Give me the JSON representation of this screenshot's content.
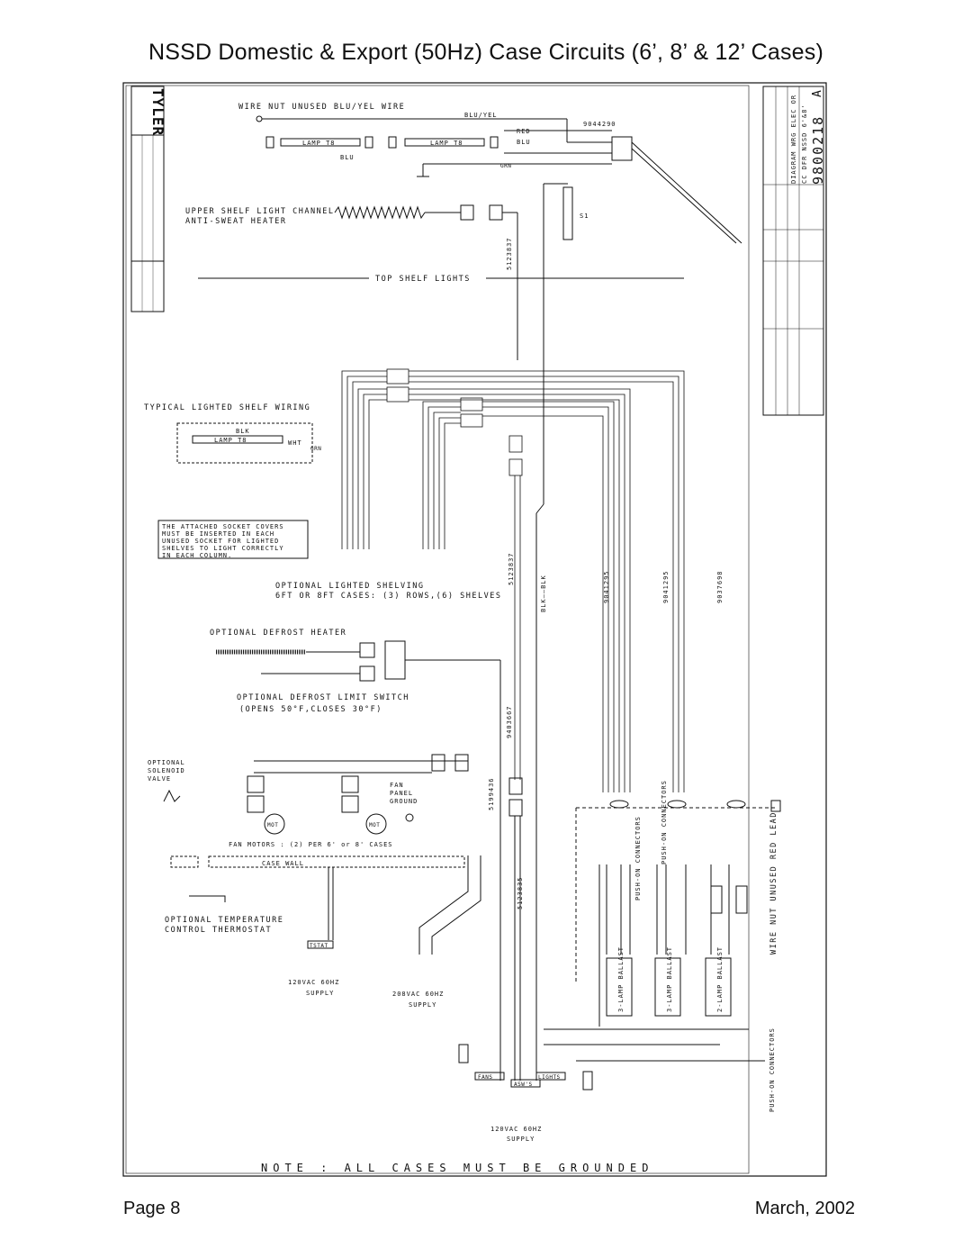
{
  "page": {
    "title": "NSSD Domestic & Export (50Hz) Case Circuits  (6’, 8’ & 12’ Cases)",
    "footer_left": "Page 8",
    "footer_right": "March, 2002"
  },
  "diagram": {
    "logo": "TYLER",
    "labels": {
      "wire_nut": "WIRE NUT UNUSED BLU/YEL WIRE",
      "blu_yel": "BLU/YEL",
      "red": "RED",
      "blu": "BLU",
      "blu2": "BLU",
      "grn": "GRN",
      "part_9044290": "9044290",
      "lamp_t8_a": "LAMP T8",
      "lamp_t8_b": "LAMP T8",
      "upper_shelf_1": "UPPER SHELF LIGHT CHANNEL",
      "upper_shelf_2": "ANTI-SWEAT HEATER",
      "s1": "S1",
      "top_shelf": "TOP SHELF LIGHTS",
      "typical_lighted": "TYPICAL LIGHTED SHELF WIRING",
      "blk": "BLK",
      "lamp_t8_c": "LAMP T8",
      "wht": "WHT",
      "grn2": "GRN",
      "socket_note": [
        "THE ATTACHED SOCKET COVERS",
        "MUST BE INSERTED IN EACH",
        "UNUSED SOCKET FOR LIGHTED",
        "SHELVES TO LIGHT CORRECTLY",
        "IN EACH COLUMN."
      ],
      "optional_shelving_1": "OPTIONAL LIGHTED SHELVING",
      "optional_shelving_2": "6FT OR 8FT CASES: (3) ROWS,(6) SHELVES",
      "optional_defrost_heater": "OPTIONAL DEFROST HEATER",
      "defrost_limit_1": "OPTIONAL DEFROST LIMIT SWITCH",
      "defrost_limit_2": "(OPENS 50°F,CLOSES 30°F)",
      "solenoid": [
        "OPTIONAL",
        "SOLENOID",
        "VALVE"
      ],
      "fan_panel": [
        "FAN",
        "PANEL",
        "GROUND"
      ],
      "mot": "MOT",
      "fan_motors": "FAN MOTORS : (2) PER 6' or 8' CASES",
      "case_wall": "CASE WALL",
      "thermostat_1": "OPTIONAL TEMPERATURE",
      "thermostat_2": "CONTROL THERMOSTAT",
      "tstat": "TSTAT",
      "supply_120_a": "120VAC 60HZ",
      "supply_word_a": "SUPPLY",
      "supply_208": "208VAC 60HZ",
      "supply_word_b": "SUPPLY",
      "supply_120_b": "120VAC 60HZ",
      "supply_word_c": "SUPPLY",
      "fans": "FANS",
      "asws": "ASW'S",
      "lights": "LIGHTS",
      "part_5123837_a": "5123837",
      "part_5123837_b": "5123837",
      "part_blk_blk": "BLK——BLK",
      "part_9041295_a": "9041295",
      "part_9041295_b": "9041295",
      "part_9037698": "9037698",
      "part_9403667": "9403667",
      "part_5199436": "5199436",
      "part_5123835": "5123835",
      "push_on_a": "PUSH-ON CONNECTORS",
      "push_on_b": "PUSH-ON CONNECTORS",
      "push_on_c": "PUSH-ON CONNECTORS",
      "wire_nut_red": "WIRE NUT UNUSED RED LEAD",
      "ballast_3a": "3-LAMP BALLAST",
      "ballast_3b": "3-LAMP BALLAST",
      "ballast_2": "2-LAMP BALLAST",
      "note": "NOTE : ALL CASES MUST BE GROUNDED",
      "drawing_no": "9800218",
      "rev": "A",
      "tb_title_1": "DIAGRAM WRG ELEC OR",
      "tb_title_2": "CC DFR  NSSD 6'&8'"
    }
  }
}
